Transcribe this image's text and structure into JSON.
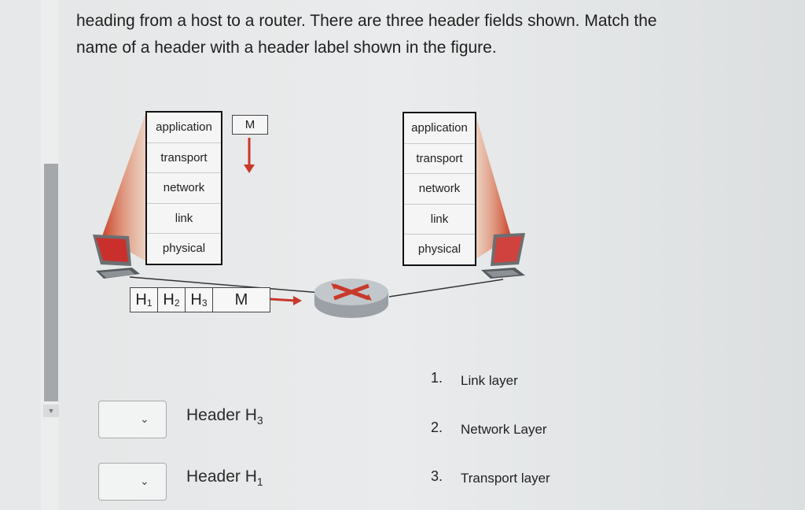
{
  "question": {
    "line1": "heading from a host to a router. There are three header fields shown. Match the",
    "line2": "name of a header with a header label shown in the figure."
  },
  "figure": {
    "host_stack": [
      "application",
      "transport",
      "network",
      "link",
      "physical"
    ],
    "router_stack": [
      "application",
      "transport",
      "network",
      "link",
      "physical"
    ],
    "message_label": "M",
    "packet": {
      "headers": [
        {
          "letter": "H",
          "sub": "1"
        },
        {
          "letter": "H",
          "sub": "2"
        },
        {
          "letter": "H",
          "sub": "3"
        }
      ],
      "message": "M"
    }
  },
  "matching": {
    "rows": [
      {
        "label": "Header H",
        "sub": "3",
        "selected": ""
      },
      {
        "label": "Header H",
        "sub": "1",
        "selected": ""
      }
    ],
    "dropdown_icon": "chevron-down-icon"
  },
  "options": [
    {
      "num": "1.",
      "text": "Link layer"
    },
    {
      "num": "2.",
      "text": "Network Layer"
    },
    {
      "num": "3.",
      "text": "Transport layer"
    }
  ],
  "colors": {
    "arrow": "#c8392b",
    "beam": "#e06a3a"
  }
}
